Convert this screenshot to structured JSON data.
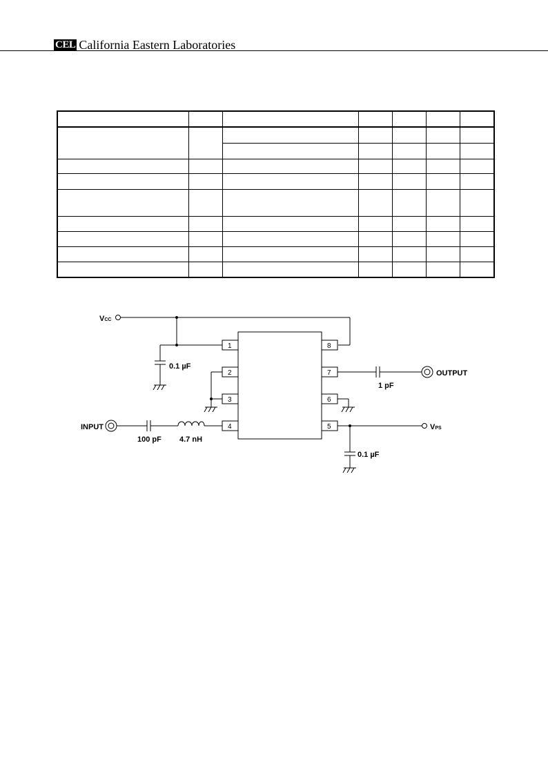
{
  "header": {
    "logo": "CEL",
    "company": "California Eastern Laboratories"
  },
  "circuit": {
    "vcc_label": "V",
    "vcc_sub": "CC",
    "vps_label": "V",
    "vps_sub": "PS",
    "input_label": "INPUT",
    "output_label": "OUTPUT",
    "cap_vcc": "0.1 µF",
    "cap_vps": "0.1 µF",
    "cap_output": "1 pF",
    "cap_input": "100 pF",
    "inductor": "4.7 nH",
    "pins": [
      "1",
      "2",
      "3",
      "4",
      "5",
      "6",
      "7",
      "8"
    ]
  }
}
